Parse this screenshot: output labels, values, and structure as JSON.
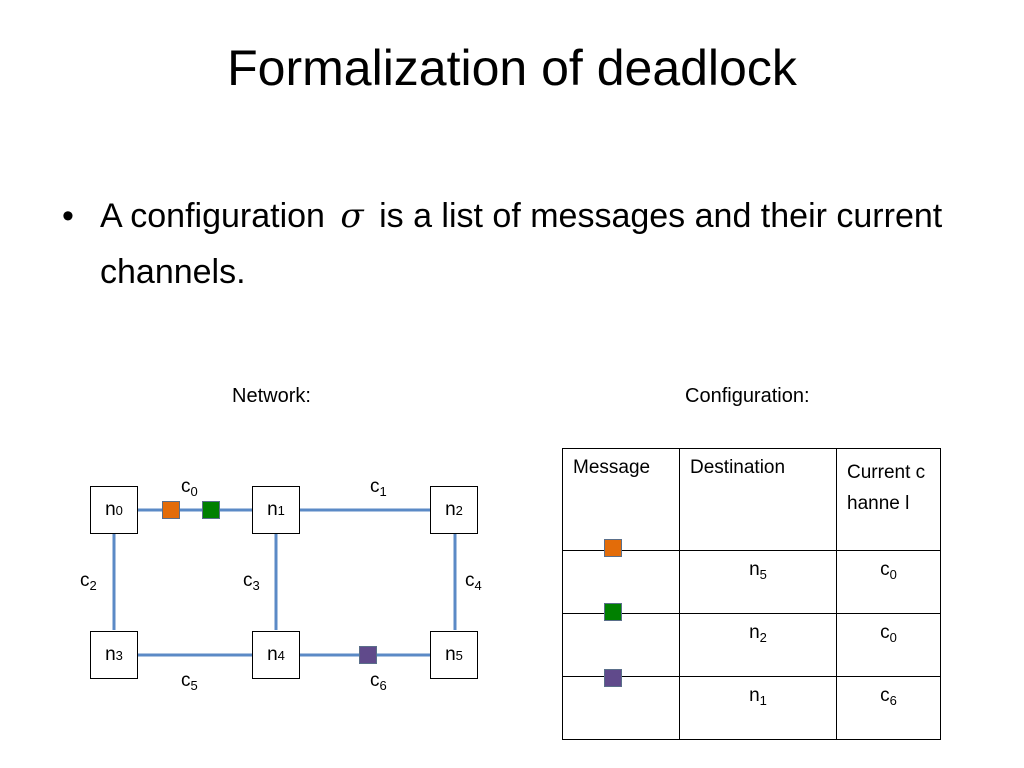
{
  "title": "Formalization of deadlock",
  "bullet": {
    "marker": "•",
    "before": "A configuration",
    "symbol": "σ",
    "after": "is a list of messages and their current channels."
  },
  "network": {
    "label": "Network:",
    "nodes": [
      {
        "base": "n",
        "sub": "0"
      },
      {
        "base": "n",
        "sub": "1"
      },
      {
        "base": "n",
        "sub": "2"
      },
      {
        "base": "n",
        "sub": "3"
      },
      {
        "base": "n",
        "sub": "4"
      },
      {
        "base": "n",
        "sub": "5"
      }
    ],
    "channels": [
      {
        "base": "c",
        "sub": "0"
      },
      {
        "base": "c",
        "sub": "1"
      },
      {
        "base": "c",
        "sub": "2"
      },
      {
        "base": "c",
        "sub": "3"
      },
      {
        "base": "c",
        "sub": "4"
      },
      {
        "base": "c",
        "sub": "5"
      },
      {
        "base": "c",
        "sub": "6"
      }
    ],
    "link_color": "#5b8ac6",
    "messages": [
      {
        "color": "#e36c09",
        "channel": "c0"
      },
      {
        "color": "#008000",
        "channel": "c0"
      },
      {
        "color": "#604a8b",
        "channel": "c6"
      }
    ]
  },
  "configuration": {
    "label": "Configuration:",
    "headers": [
      "Message",
      "Destination",
      "Current channe l"
    ],
    "rows": [
      {
        "color": "#e36c09",
        "dest": {
          "base": "n",
          "sub": "5"
        },
        "channel": {
          "base": "c",
          "sub": "0"
        }
      },
      {
        "color": "#008000",
        "dest": {
          "base": "n",
          "sub": "2"
        },
        "channel": {
          "base": "c",
          "sub": "0"
        }
      },
      {
        "color": "#604a8b",
        "dest": {
          "base": "n",
          "sub": "1"
        },
        "channel": {
          "base": "c",
          "sub": "6"
        }
      }
    ]
  }
}
